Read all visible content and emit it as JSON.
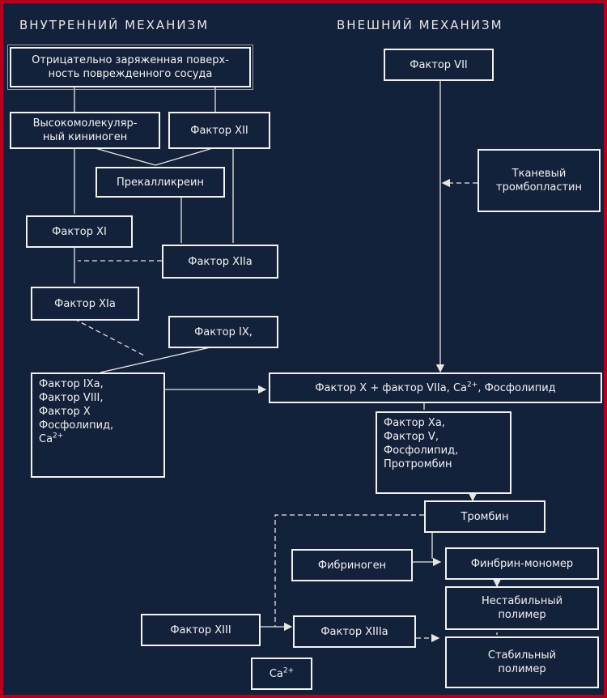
{
  "headers": {
    "intrinsic": "ВНУТРЕННИЙ МЕХАНИЗМ",
    "extrinsic": "ВНЕШНИЙ МЕХАНИЗМ"
  },
  "nodes": {
    "negative_surface": "Отрицательно заряженная поверх-\nность поврежденного сосуда",
    "factor_vii": "Фактор VII",
    "hmw_kininogen": "Высокомолекуляр-\nный кининоген",
    "factor_xii": "Фактор XII",
    "prekallikrein": "Прекалликреин",
    "tissue_thromboplastin": "Тканевый\nтромбопластин",
    "factor_xi": "Фактор XI",
    "factor_xiia": "Фактор XIIa",
    "factor_xia": "Фактор XIa",
    "factor_ix": "Фактор IX,",
    "factor_ixa_complex": "Фактор IXa,\nФактор VIII,\nФактор X\nФосфолипид,\nCa",
    "factor_x_complex_pre": "Фактор X + фактор VIIa, Ca",
    "factor_x_complex_post": ", Фосфолипид",
    "factor_xa_complex": "Фактор Xa,\nФактор V,\nФосфолипид,\nПротромбин",
    "thrombin": "Тромбин",
    "fibrinogen": "Фибриноген",
    "fibrin_monomer": "Финбрин-мономер",
    "unstable_polymer": "Нестабильный\nполимер",
    "factor_xiii": "Фактор XIII",
    "factor_xiiia": "Фактор XIIIa",
    "stable_polymer": "Стабильный\nполимер",
    "calcium": "Ca"
  },
  "superscripts": {
    "ion_charge": "2+"
  },
  "colors": {
    "background": "#13213a",
    "border": "#b0001e",
    "box_outline": "#f2f2f2",
    "text": "#f2f2f2"
  }
}
